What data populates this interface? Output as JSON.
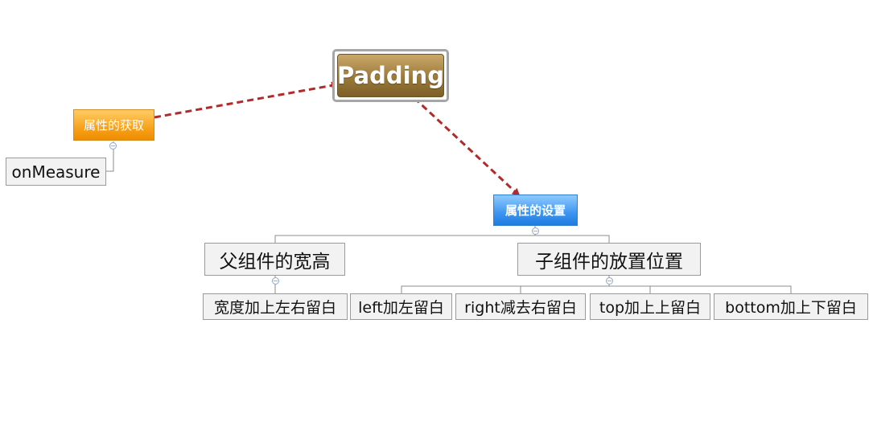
{
  "root": {
    "label": "Padding"
  },
  "getting": {
    "label": "属性的获取",
    "child": "onMeasure"
  },
  "setting": {
    "label": "属性的设置",
    "parent_group": {
      "label": "父组件的宽高",
      "child": "宽度加上左右留白"
    },
    "child_group": {
      "label": "子组件的放置位置",
      "children": [
        "left加左留白",
        "right减去右留白",
        "top加上上留白",
        "bottom加上下留白"
      ]
    }
  },
  "colors": {
    "root": "#9b7a3a",
    "orange": "#f7a21b",
    "blue": "#3d95f0",
    "arrow": "#b22a2a"
  },
  "icons": {
    "collapse": "minus-circle-icon"
  }
}
